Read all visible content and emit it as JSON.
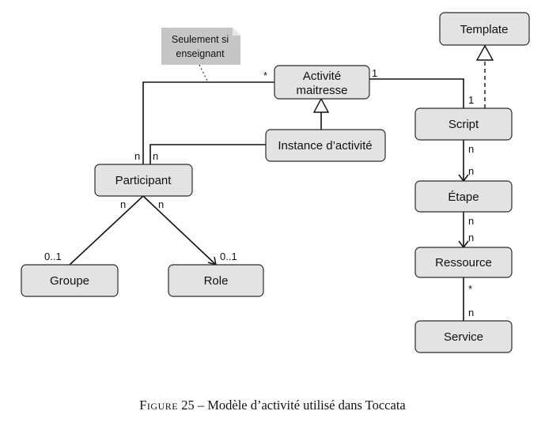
{
  "diagram": {
    "nodes": {
      "template": "Template",
      "activite_maitresse": [
        "Activité",
        "maitresse"
      ],
      "instance_activite": "Instance d’activité",
      "script": "Script",
      "participant": "Participant",
      "etape": "Étape",
      "ressource": "Ressource",
      "groupe": "Groupe",
      "role": "Role",
      "service": "Service"
    },
    "note": [
      "Seulement si",
      "enseignant"
    ],
    "multiplicities": {
      "participant_to_activite": "n",
      "activite_from_participant": "*",
      "participant_to_instance": "n",
      "activite_to_script": "1",
      "script_from_activite": "1",
      "script_to_etape": "n",
      "etape_from_script": "n",
      "etape_to_ressource": "n",
      "ressource_from_etape": "n",
      "ressource_to_service": "*",
      "service_from_ressource": "n",
      "participant_to_groupe": "n",
      "groupe_from_participant": "0..1",
      "participant_to_role": "n",
      "role_from_participant": "0..1"
    }
  },
  "caption": {
    "figure_word": "Figure",
    "number": "25",
    "text": "– Modèle d’activité utilisé dans Toccata"
  }
}
